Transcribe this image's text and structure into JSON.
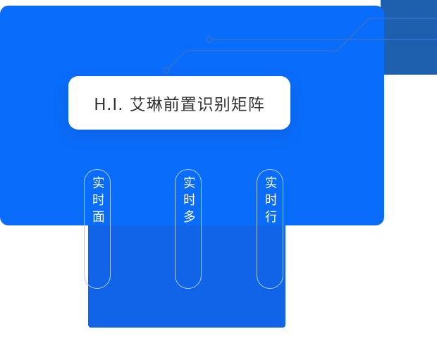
{
  "hero": {
    "title": "H.I. 艾琳前置识别矩阵"
  },
  "pillars": [
    {
      "label": "实时面"
    },
    {
      "label": "实时多"
    },
    {
      "label": "实时行"
    }
  ],
  "colors": {
    "main_blue": "#0a6cfa",
    "lower_blue": "#1164e8",
    "dark_blue": "#1e5fae",
    "circuit_line": "#3572cf",
    "capsule_border": "#a9ccff",
    "card_bg": "#ffffff",
    "card_text": "#333333",
    "pillar_text": "#ffffff"
  }
}
